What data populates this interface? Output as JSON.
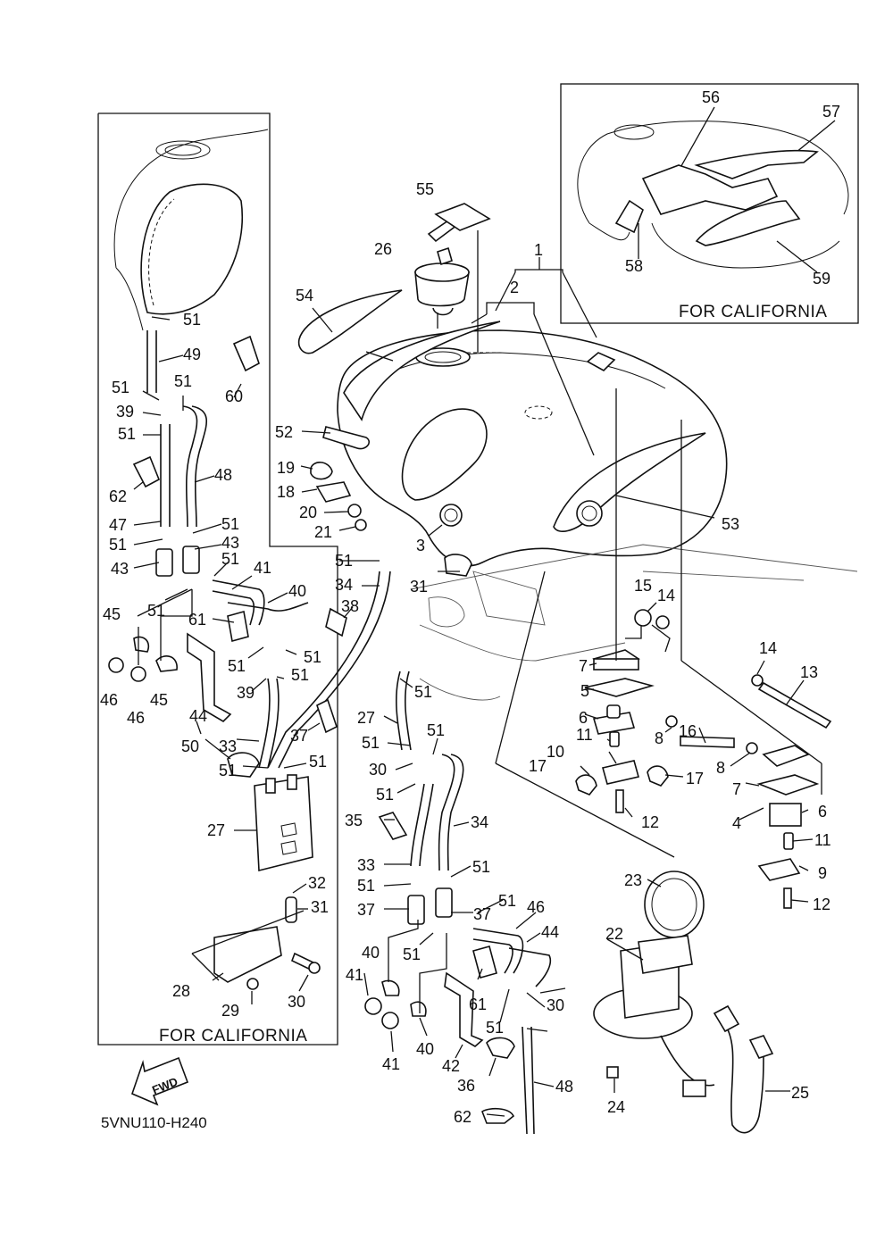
{
  "diagram_code": "5VNU110-H240",
  "box_captions": {
    "california_left": "FOR CALIFORNIA",
    "california_top_right": "FOR CALIFORNIA"
  },
  "direction_arrow": {
    "text": "FWD",
    "icon": "fwd-arrow-icon"
  },
  "callouts": {
    "c1": "1",
    "c2": "2",
    "c3": "3",
    "c4": "4",
    "c5": "5",
    "c6a": "6",
    "c6b": "6",
    "c7a": "7",
    "c7b": "7",
    "c8a": "8",
    "c8b": "8",
    "c9": "9",
    "c10": "10",
    "c11a": "11",
    "c11b": "11",
    "c12a": "12",
    "c12b": "12",
    "c13": "13",
    "c14a": "14",
    "c14b": "14",
    "c15": "15",
    "c16": "16",
    "c17a": "17",
    "c17b": "17",
    "c18": "18",
    "c19": "19",
    "c20": "20",
    "c21": "21",
    "c22": "22",
    "c23": "23",
    "c24": "24",
    "c25": "25",
    "c26": "26",
    "c27a": "27",
    "c27b": "27",
    "c28": "28",
    "c29": "29",
    "c30a": "30",
    "c30b": "30",
    "c30c": "30",
    "c31a": "31",
    "c31b": "31",
    "c32": "32",
    "c33a": "33",
    "c33b": "33",
    "c34a": "34",
    "c34b": "34",
    "c35": "35",
    "c36": "36",
    "c37a": "37",
    "c37b": "37",
    "c37c": "37",
    "c38": "38",
    "c39a": "39",
    "c39b": "39",
    "c40a": "40",
    "c40b": "40",
    "c40c": "40",
    "c41a": "41",
    "c41b": "41",
    "c41c": "41",
    "c42": "42",
    "c43a": "43",
    "c43b": "43",
    "c44a": "44",
    "c44b": "44",
    "c45a": "45",
    "c45b": "45",
    "c46a": "46",
    "c46b": "46",
    "c46c": "46",
    "c47": "47",
    "c48a": "48",
    "c48b": "48",
    "c49": "49",
    "c50": "50",
    "c51a": "51",
    "c51b": "51",
    "c51c": "51",
    "c51d": "51",
    "c51e": "51",
    "c51f": "51",
    "c51g": "51",
    "c51h": "51",
    "c51i": "51",
    "c51j": "51",
    "c51k": "51",
    "c51l": "51",
    "c51m": "51",
    "c51n": "51",
    "c51o": "51",
    "c51p": "51",
    "c51q": "51",
    "c51r": "51",
    "c51s": "51",
    "c51t": "51",
    "c51u": "51",
    "c51v": "51",
    "c51w": "51",
    "c52": "52",
    "c53": "53",
    "c54": "54",
    "c55": "55",
    "c56": "56",
    "c57": "57",
    "c58": "58",
    "c59": "59",
    "c60": "60",
    "c61a": "61",
    "c61b": "61",
    "c62a": "62",
    "c62b": "62"
  }
}
